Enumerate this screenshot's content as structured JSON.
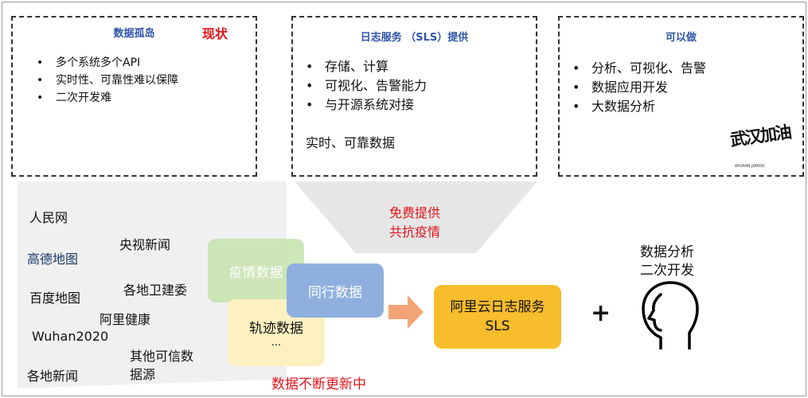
{
  "panels": {
    "left": {
      "title": "数据孤岛",
      "tag": "现状",
      "items": [
        "多个系统多个API",
        "实时性、可靠性难以保障",
        "二次开发难"
      ]
    },
    "middle": {
      "title": "日志服务 （SLS）提供",
      "items": [
        "存储、计算",
        "可视化、告警能力",
        "与开源系统对接"
      ],
      "note": "实时、可靠数据"
    },
    "right": {
      "title": "可以做",
      "items": [
        "分析、可视化、告警",
        "数据应用开发",
        "大数据分析"
      ],
      "stamp_text": "武汉加油",
      "stamp_sub": "WUHAN JIAYOU"
    }
  },
  "funnel_label": [
    "免费提供",
    "共抗疫情"
  ],
  "sources": [
    "人民网",
    "央视新闻",
    "高德地图",
    "百度地图",
    "各地卫建委",
    "阿里健康",
    "Wuhan2020",
    "其他可信数",
    "据源",
    "各地新闻"
  ],
  "data_boxes": {
    "epidemic": "疫情数据",
    "peer": "同行数据",
    "track": "轨迹数据",
    "track_more": "..."
  },
  "update_label": "数据不断更新中",
  "sls_box": [
    "阿里云日志服务",
    "SLS"
  ],
  "plus": "+",
  "analysis_label": [
    "数据分析",
    "二次开发"
  ],
  "colors": {
    "title_blue": "#2f55a8",
    "red": "#e0151c",
    "green_box": "#c9e5b3",
    "blue_box": "#8fb0df",
    "yellow_box": "#fdf1c2",
    "sls_box": "#f8bd2c",
    "arrow": "#f2a477",
    "funnel_grey": "#e6e6e6"
  }
}
